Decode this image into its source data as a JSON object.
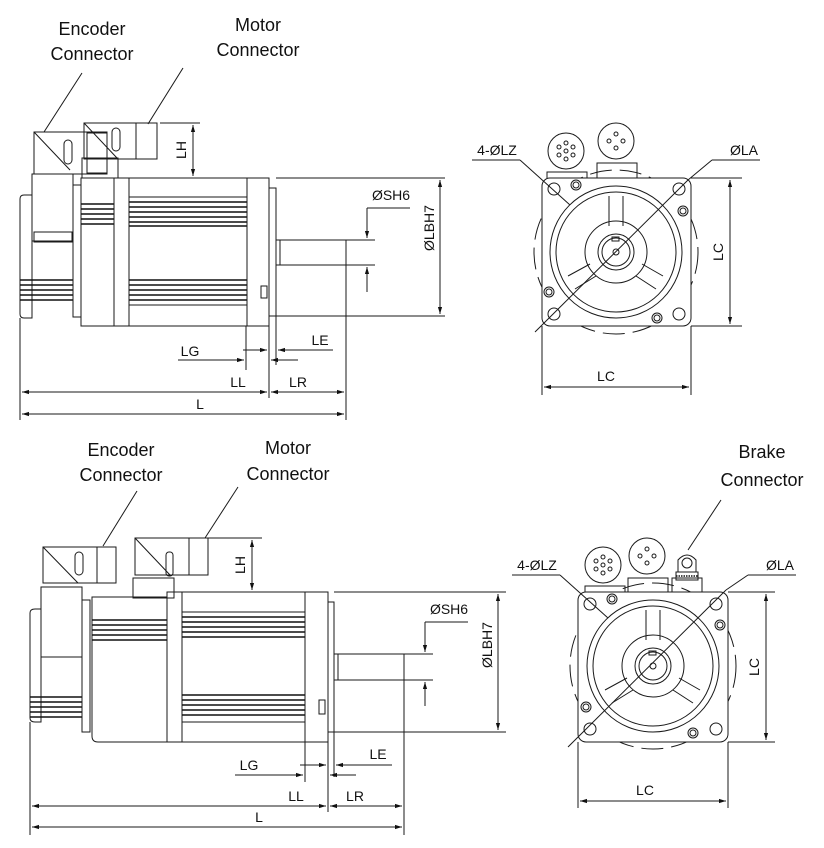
{
  "views": [
    {
      "id": "standard-motor",
      "side_view": {
        "callouts": {
          "encoder_connector": [
            "Encoder",
            "Connector"
          ],
          "motor_connector": [
            "Motor",
            "Connector"
          ]
        },
        "dimensions": {
          "lh": "LH",
          "shaft_dia": "ØSH6",
          "flange_dia": "ØLBH7",
          "lg": "LG",
          "le": "LE",
          "ll": "LL",
          "lr": "LR",
          "l": "L"
        }
      },
      "front_view": {
        "dimensions": {
          "mount_holes": "4-ØLZ",
          "pcd": "ØLA",
          "lc_vertical": "LC",
          "lc_horizontal": "LC"
        }
      }
    },
    {
      "id": "brake-motor",
      "side_view": {
        "callouts": {
          "encoder_connector": [
            "Encoder",
            "Connector"
          ],
          "motor_connector": [
            "Motor",
            "Connector"
          ]
        },
        "dimensions": {
          "lh": "LH",
          "shaft_dia": "ØSH6",
          "flange_dia": "ØLBH7",
          "lg": "LG",
          "le": "LE",
          "ll": "LL",
          "lr": "LR",
          "l": "L"
        }
      },
      "front_view": {
        "callouts": {
          "brake_connector": [
            "Brake",
            "Connector"
          ]
        },
        "dimensions": {
          "mount_holes": "4-ØLZ",
          "pcd": "ØLA",
          "lc_vertical": "LC",
          "lc_horizontal": "LC"
        }
      }
    }
  ]
}
